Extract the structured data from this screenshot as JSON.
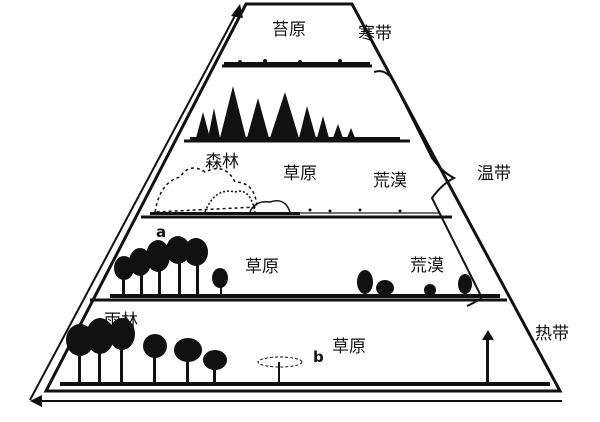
{
  "zones": {
    "cold": "寒带",
    "temperate": "温带",
    "tropical": "热带"
  },
  "layers": {
    "tundra": "苔原",
    "forest_temperate": "森林",
    "grassland_temperate": "草原",
    "desert_temperate": "荒漠",
    "grassland_upper_tropical": "草原",
    "desert_upper_tropical": "荒漠",
    "rainforest": "雨林",
    "grassland_tropical": "草原"
  },
  "markers": {
    "a": "a",
    "b": "b"
  }
}
